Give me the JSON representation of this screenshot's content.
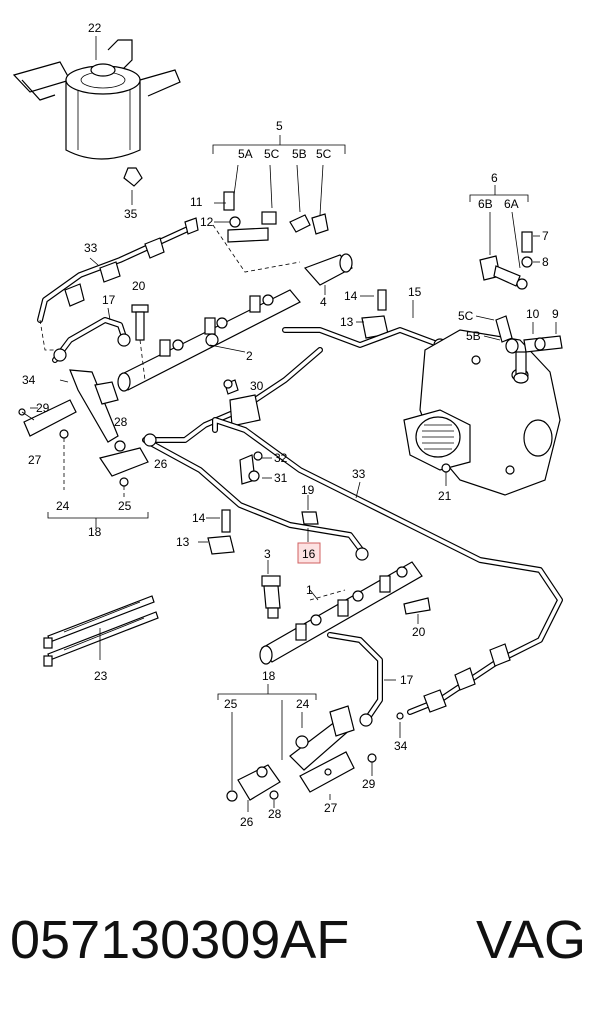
{
  "labels": {
    "l22": "22",
    "l35": "35",
    "l5": "5",
    "l5A": "5A",
    "l5C_a": "5C",
    "l5B_a": "5B",
    "l5C_b": "5C",
    "l11": "11",
    "l12": "12",
    "l4": "4",
    "l33_a": "33",
    "l20_a": "20",
    "l17_a": "17",
    "l14_a": "14",
    "l13_a": "13",
    "l15": "15",
    "l2": "2",
    "l30": "30",
    "l34_a": "34",
    "l29_a": "29",
    "l27_a": "27",
    "l24_a": "24",
    "l18_a": "18",
    "l25_a": "25",
    "l28_a": "28",
    "l26_a": "26",
    "l32": "32",
    "l31": "31",
    "l33_b": "33",
    "l6": "6",
    "l6B": "6B",
    "l6A": "6A",
    "l7": "7",
    "l8": "8",
    "l5C_c": "5C",
    "l5B_b": "5B",
    "l10": "10",
    "l9": "9",
    "l21": "21",
    "l19": "19",
    "l16": "16",
    "l14_b": "14",
    "l13_b": "13",
    "l3": "3",
    "l1": "1",
    "l20_b": "20",
    "l23": "23",
    "l17_b": "17",
    "l18_b": "18",
    "l25_b": "25",
    "l24_b": "24",
    "l34_b": "34",
    "l29_b": "29",
    "l26_b": "26",
    "l28_b": "28",
    "l27_b": "27"
  },
  "footer": {
    "part_number": "057130309AF",
    "brand": "VAG"
  },
  "highlight_color": "#fde2e2"
}
